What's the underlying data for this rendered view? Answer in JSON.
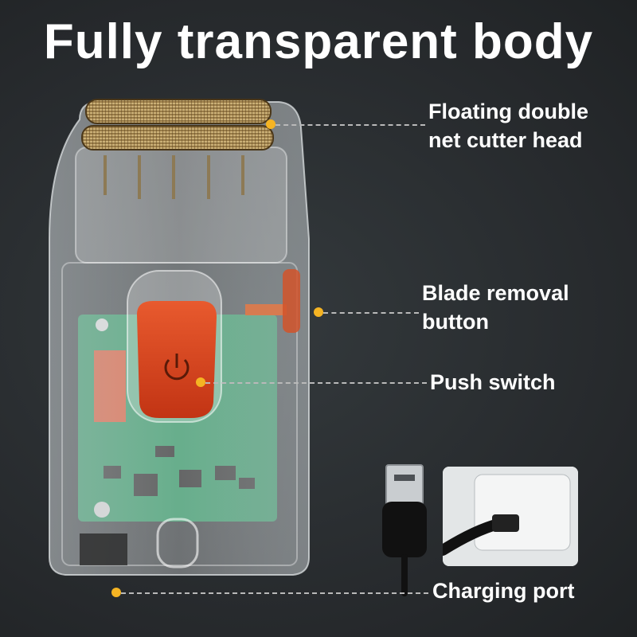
{
  "headline": "Fully transparent body",
  "callouts": {
    "cutter_head_line1": "Floating double",
    "cutter_head_line2": "net cutter head",
    "blade_removal_line1": "Blade removal",
    "blade_removal_line2": "button",
    "push_switch": "Push switch",
    "charging_port": "Charging port"
  },
  "colors": {
    "background": "#2a2e31",
    "accent_dot": "#f5b423",
    "switch_red": "#d8411f",
    "pcb_green": "#1f8a55",
    "foil_gold": "#c9a765"
  },
  "icons": {
    "power": "power-icon",
    "usb_plug": "usb-plug-icon"
  }
}
